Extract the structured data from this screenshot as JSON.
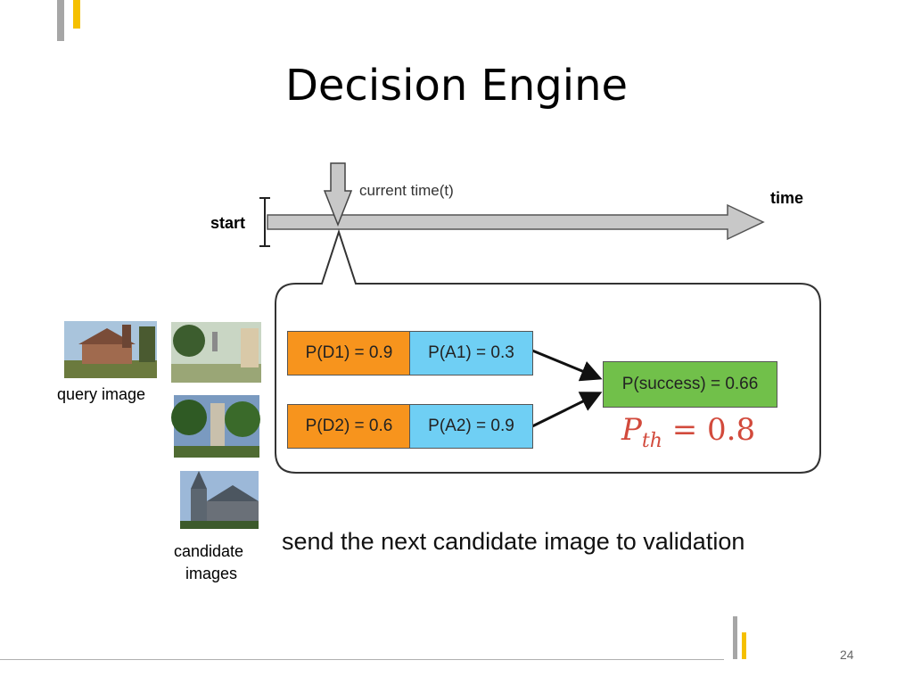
{
  "slide": {
    "title": "Decision Engine",
    "page_number": "24"
  },
  "timeline": {
    "start_label": "start",
    "time_label": "time",
    "current_label": "current time(t)"
  },
  "images": {
    "query_label": "query image",
    "candidate_label_line1": "candidate",
    "candidate_label_line2": "images"
  },
  "engine": {
    "row1": {
      "d": "P(D1) = 0.9",
      "a": "P(A1) = 0.3"
    },
    "row2": {
      "d": "P(D2) = 0.6",
      "a": "P(A2) = 0.9"
    },
    "success": "P(success) = 0.66",
    "threshold": {
      "symbol": "P",
      "subscript": "th",
      "value": "= 0.8"
    }
  },
  "caption": "send the next candidate image to validation",
  "colors": {
    "accent_gold": "#f5c000",
    "accent_grey": "#a6a6a6",
    "orange": "#f7941d",
    "blue": "#6fcff4",
    "green": "#71c04a",
    "threshold_red": "#d24a3c"
  }
}
